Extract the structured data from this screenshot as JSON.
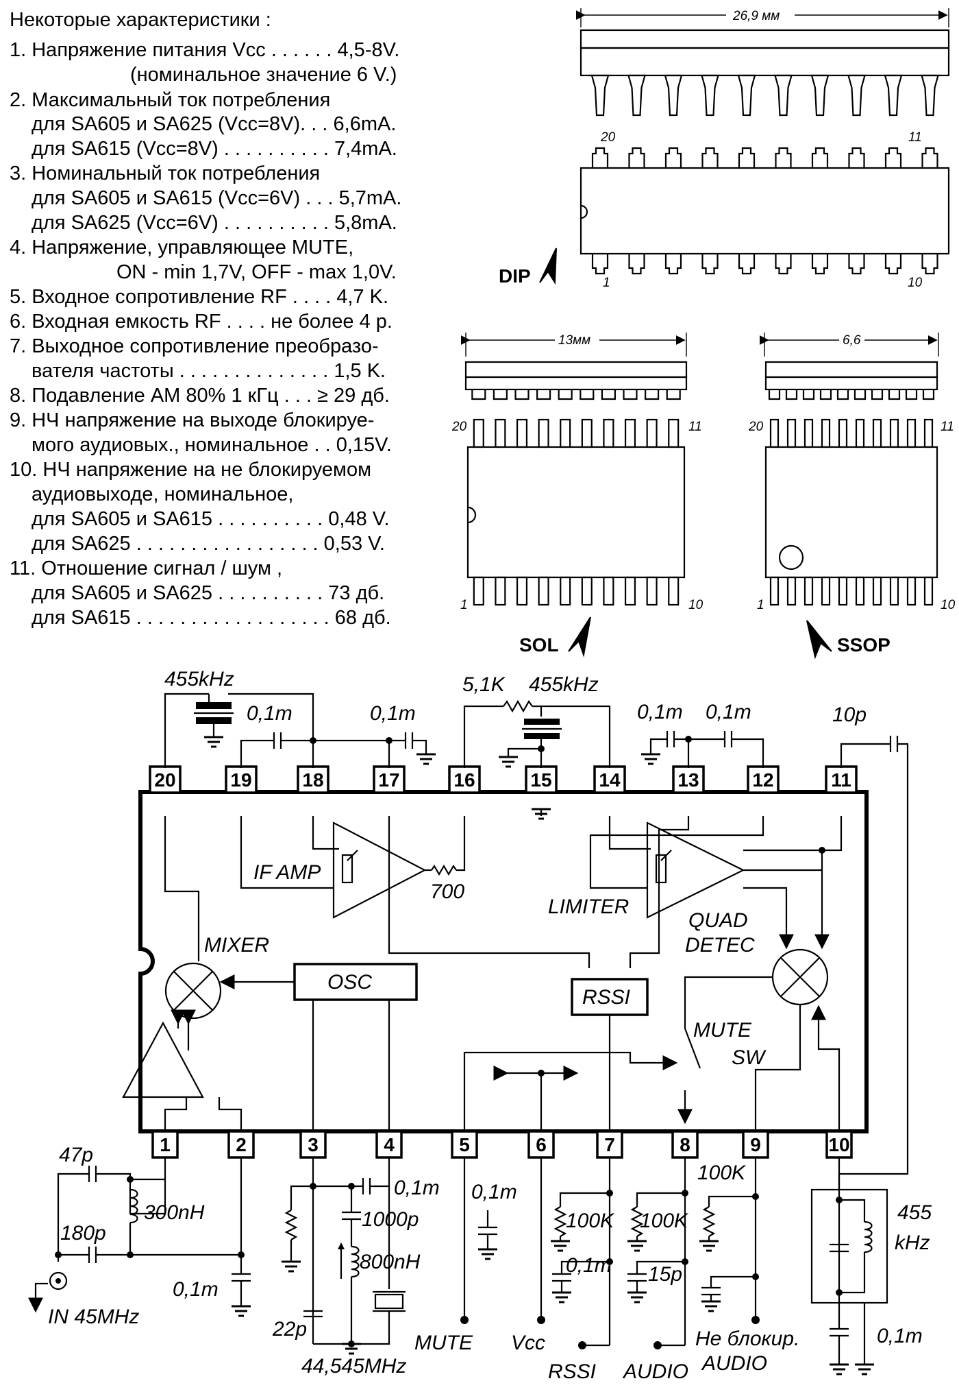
{
  "specs": {
    "title": "Некоторые характеристики :",
    "lines": [
      "1. Напряжение питания Vcc . . . . . . 4,5-8V.",
      "(номинальное значение 6 V.)",
      "2. Максимальный ток потребления",
      "для SA605 и SA625  (Vcc=8V). . .  6,6mA.",
      "для SA615 (Vcc=8V) . . . . . . . . . .  7,4mA.",
      "3. Номинальный ток потребления",
      "для SA605 и SA615 (Vcc=6V) . . .  5,7mA.",
      "для SA625 (Vcc=6V) . . . . . . . . . .  5,8mA.",
      "4. Напряжение, управляющее MUTE,",
      "ON - min 1,7V, OFF - max 1,0V.",
      "5. Входное сопротивление RF . . . . 4,7 K.",
      "6. Входная емкость RF . . . . не более 4 р.",
      "7. Выходное сопротивление преобразо-",
      "вателя частоты . . . . . . . . . . . . . .  1,5 K.",
      "8. Подавление АМ 80% 1 кГц  . . . ≥ 29 дб.",
      "9. НЧ напряжение на выходе блокируе-",
      "мого аудиовых., номинальное  . . 0,15V.",
      "10. НЧ напряжение на не блокируемом",
      "аудиовыходе, номинальное,",
      "для SA605 и SA615 . . . . . . . . . .  0,48 V.",
      "для SA625  . . . . . . . . . . . . . . . . .  0,53 V.",
      "11. Отношение сигнал / шум ,",
      "для SA605 и SA625 . . . . . . . . . . 73 дб.",
      "для SA615 . . . . . . . . . . . . . . . . . .  68 дб."
    ]
  },
  "packages": {
    "dip": {
      "name": "DIP",
      "width": "26,9 мм",
      "pin_first": "1",
      "pin_last": "10",
      "pin_top_left": "20",
      "pin_top_right": "11"
    },
    "sol": {
      "name": "SOL",
      "width": "13мм",
      "pin_first": "1",
      "pin_last": "10",
      "pin_top_left": "20",
      "pin_top_right": "11"
    },
    "ssop": {
      "name": "SSOP",
      "width": "6,6",
      "pin_first": "1",
      "pin_last": "10",
      "pin_top_left": "20",
      "pin_top_right": "11"
    }
  },
  "schematic": {
    "pins_top": [
      "20",
      "19",
      "18",
      "17",
      "16",
      "15",
      "14",
      "13",
      "12",
      "11"
    ],
    "pins_bottom": [
      "1",
      "2",
      "3",
      "4",
      "5",
      "6",
      "7",
      "8",
      "9",
      "10"
    ],
    "blocks": {
      "if_amp": "IF AMP",
      "mixer": "MIXER",
      "osc": "OSC",
      "limiter": "LIMITER",
      "rssi": "RSSI",
      "quad_1": "QUAD",
      "quad_2": "DETEC",
      "mute_1": "MUTE",
      "mute_2": "SW",
      "r700": "700"
    },
    "components_top": {
      "filter_20_18": "455kHz",
      "c_19_17": "0,1m",
      "c_17": "0,1m",
      "r_16": "5,1K",
      "filter_16_14": "455kHz",
      "c_13": "0,1m",
      "c_13_12": "0,1m",
      "c_11": "10p"
    },
    "components_bottom": {
      "c_47p": "47p",
      "c_180p": "180p",
      "l_300nH": "300nH",
      "c_pin2": "0,1m",
      "input": "IN 45MHz",
      "c_pin4": "0,1m",
      "c_1000p": "1000p",
      "l_800nH": "800nH",
      "c_22p": "22p",
      "crystal": "44,545MHz",
      "c_pin5": "0,1m",
      "r_pin6": "100K",
      "c_pin7": "0,1m",
      "r_pin8": "100K",
      "c_pin8": "15p",
      "r_pin9": "100K",
      "tank_1": "455",
      "tank_2": "kHz",
      "c_pin10": "0,1m",
      "out_mute": "MUTE",
      "out_vcc": "Vcc",
      "out_rssi": "RSSI",
      "out_audio": "AUDIO",
      "out_unmuted_1": "Не блокир.",
      "out_unmuted_2": "AUDIO"
    }
  }
}
